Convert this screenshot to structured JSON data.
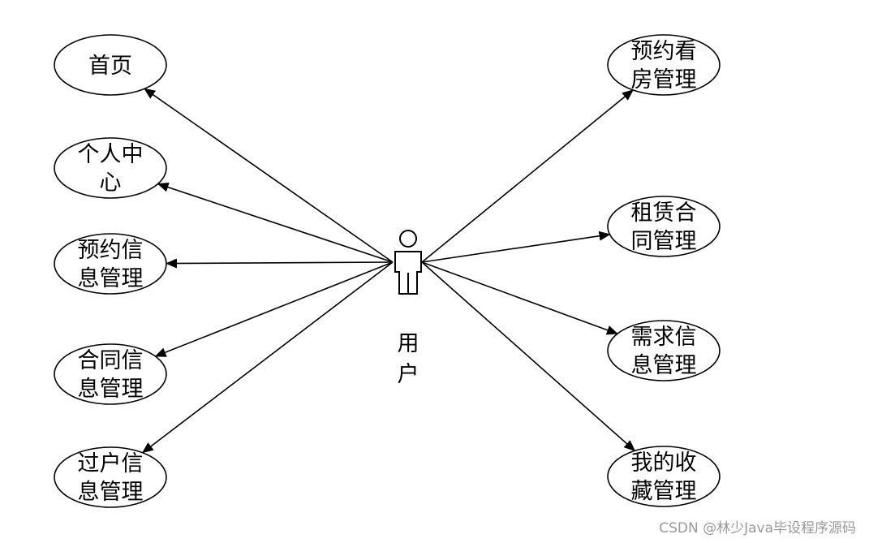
{
  "diagram": {
    "actor": {
      "name": "用户",
      "lines": [
        "用",
        "户"
      ]
    },
    "use_cases_left": [
      {
        "id": "home",
        "lines": [
          "首页"
        ]
      },
      {
        "id": "personal-center",
        "lines": [
          "个人中",
          "心"
        ]
      },
      {
        "id": "booking-info",
        "lines": [
          "预约信",
          "息管理"
        ]
      },
      {
        "id": "contract-info",
        "lines": [
          "合同信",
          "息管理"
        ]
      },
      {
        "id": "transfer-info",
        "lines": [
          "过户信",
          "息管理"
        ]
      }
    ],
    "use_cases_right": [
      {
        "id": "viewing-booking",
        "lines": [
          "预约看",
          "房管理"
        ]
      },
      {
        "id": "lease-contract",
        "lines": [
          "租赁合",
          "同管理"
        ]
      },
      {
        "id": "demand-info",
        "lines": [
          "需求信",
          "息管理"
        ]
      },
      {
        "id": "favorites",
        "lines": [
          "我的收",
          "藏管理"
        ]
      }
    ],
    "colors": {
      "line": "#000000",
      "ellipse_fill": "#ffffff",
      "actor_fill": "#ffffff"
    }
  },
  "watermark": "CSDN @林少Java毕设程序源码"
}
